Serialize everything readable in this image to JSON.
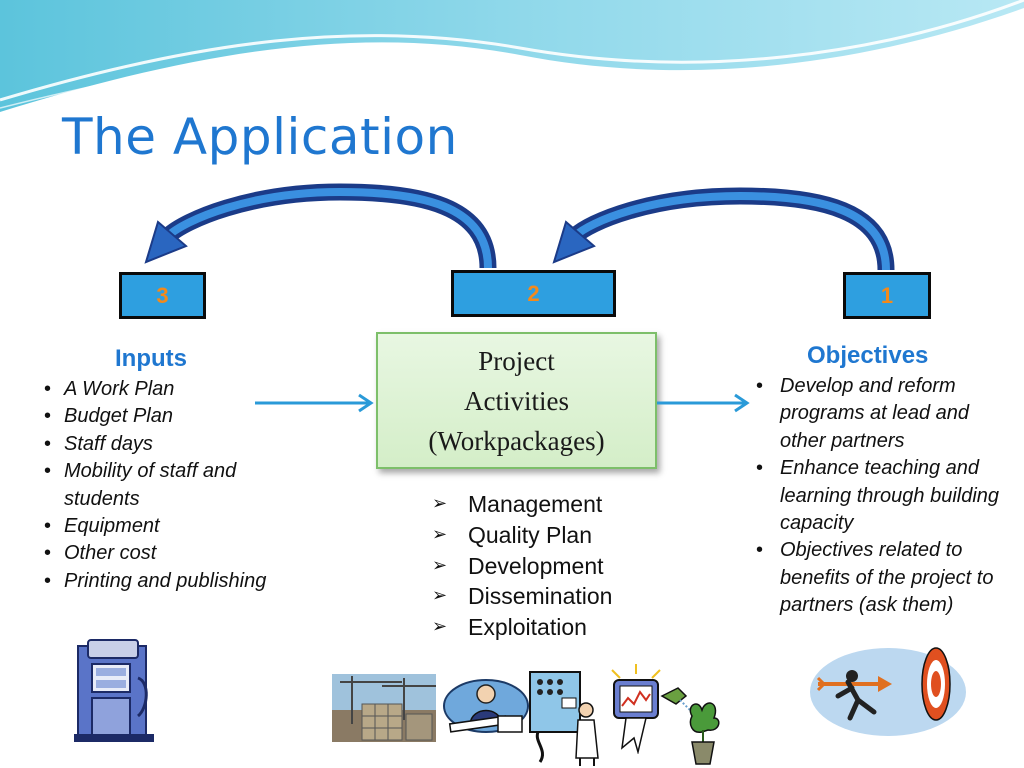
{
  "slide": {
    "title": "The Application"
  },
  "steps": {
    "left": "3",
    "center": "2",
    "right": "1"
  },
  "center_box": {
    "line1": "Project",
    "line2": "Activities",
    "line3": "(Workpackages)"
  },
  "inputs": {
    "heading": "Inputs",
    "items": [
      "A Work Plan",
      "Budget Plan",
      "Staff days",
      "Mobility of staff and students",
      "Equipment",
      "Other cost",
      "Printing and publishing"
    ]
  },
  "activities": {
    "items": [
      "Management",
      "Quality Plan",
      "Development",
      "Dissemination",
      "Exploitation"
    ]
  },
  "objectives": {
    "heading": "Objectives",
    "items": [
      "Develop and reform programs at lead and other partners",
      "Enhance teaching and learning through building capacity",
      "Objectives related to benefits of the project to partners (ask them)"
    ]
  },
  "colors": {
    "title": "#1f77d0",
    "step_box": "#2e9fe0",
    "step_number": "#f28a1c",
    "arrow": "#2a8fd0",
    "center_box_border": "#7dbf6a"
  },
  "icons": [
    "gas-pump-icon",
    "construction-site-icon",
    "office-worker-icon",
    "scientist-machine-icon",
    "tv-monitor-icon",
    "money-plant-icon",
    "target-runner-icon"
  ]
}
